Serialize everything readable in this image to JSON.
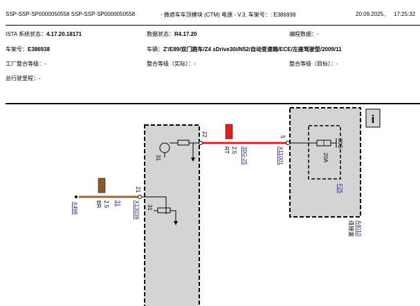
{
  "header": {
    "doc_id": "SSP-SSP-SP0000050558  SSP-SSP-SP0000050558",
    "title": "- 微遮车车顶模块 (CTM) 电源 - V.3, 车架号：: E386938",
    "date": "20.09.2025,",
    "time": "17:25:32"
  },
  "info": {
    "ista_label": "ISTA 系统状态：",
    "ista_value": "4.17.20.18171",
    "data_label": "数据状态：",
    "data_value": "R4.17.20",
    "prog_label": "编程数据：",
    "prog_value": "-",
    "vin_label": "车架号：",
    "vin_value": "E386938",
    "vehicle_label": "车辆：",
    "vehicle_value": "Z'/E89/双门跑车/Z4 sDrive30i/N52/自动变速箱/ECE/左座驾驶型/2009/11",
    "factory_label": "工厂整合等级：",
    "factory_value": "-",
    "actual_label": "整合等级（实际）：",
    "actual_value": "-",
    "target_label": "整合等级（目标）：",
    "target_value": "-",
    "mileage_label": "总行驶里程：",
    "mileage_value": "-"
  },
  "diagram": {
    "info_button": "i",
    "connector_x13039": "X13039",
    "connector_x11001": "X11001",
    "connector_x498": "X498",
    "pin_22": "22",
    "pin_21": "21",
    "pin_5": "5",
    "pin_31_top": "31",
    "pin_31_bottom": "31",
    "pin_31_wire": "31",
    "pin_30g": "30G",
    "wire_red_size": "2.5",
    "wire_red_color": "RT",
    "wire_red_link": "30G-25",
    "wire_brown_size": "2.5",
    "wire_brown_color": "BR",
    "fuse_rating": "20A",
    "fuse_link": "F25",
    "junction_link": "A4010",
    "junction_label": "连接盒"
  }
}
